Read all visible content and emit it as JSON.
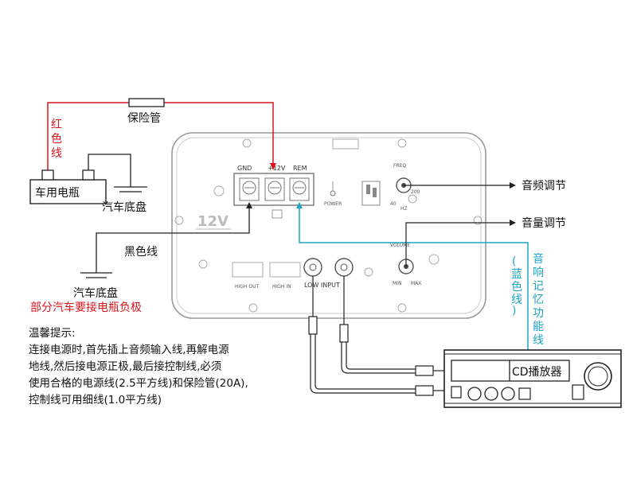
{
  "labels": {
    "fuse": "保险管",
    "red_wire": [
      "红",
      "色",
      "线"
    ],
    "battery": "车用电瓶",
    "chassis_top": "汽车底盘",
    "black_wire": "黑色线",
    "chassis_bottom": "汽车底盘",
    "negative_note": "部分汽车要接电瓶负极",
    "freq_adjust": "音频调节",
    "volume_adjust": "音量调节",
    "blue_wire": [
      "(",
      "蓝",
      "色",
      "线",
      ")"
    ],
    "memory_wire": [
      "音",
      "响",
      "记",
      "忆",
      "功",
      "能",
      "线"
    ],
    "cd_player": "CD播放器"
  },
  "panel": {
    "gnd": "GND",
    "v12_plus": "+12V",
    "rem": "REM",
    "v12": "12V",
    "power": "POWER",
    "freq": "FREQ",
    "volume": "VOLUME",
    "low_input": "LOW INPUT",
    "high_out": "HIGH OUT",
    "high_in": "HIGH IN",
    "min": "MIN",
    "max": "MAX",
    "f40": "40",
    "f200": "200",
    "hz": "HZ"
  },
  "tips": {
    "title": "温馨提示:",
    "lines": [
      "连接电源时,首先插上音频输入线,再解电源",
      "地线,然后接电源正极,最后接控制线,必须",
      "使用合格的电源线(2.5平方线)和保险管(20A),",
      "控制线可用细线(1.0平方线)"
    ]
  },
  "colors": {
    "red_wire": "#d8151b",
    "cyan_wire": "#1aa6c4",
    "line": "#222222"
  }
}
